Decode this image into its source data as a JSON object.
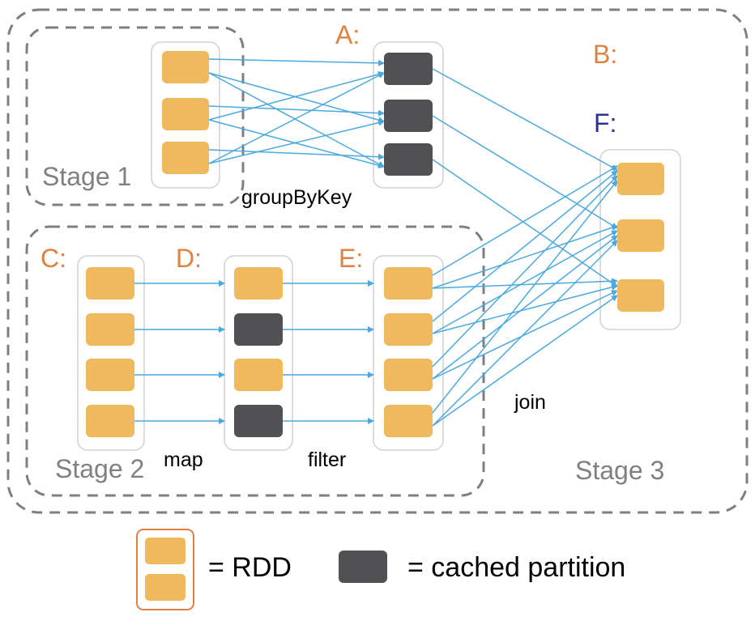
{
  "stages": {
    "stage1": "Stage 1",
    "stage2": "Stage 2",
    "stage3": "Stage 3"
  },
  "rdds": {
    "A": "A:",
    "B": "B:",
    "C": "C:",
    "D": "D:",
    "E": "E:",
    "F": "F:"
  },
  "operations": {
    "groupByKey": "groupByKey",
    "map": "map",
    "filter": "filter",
    "join": "join"
  },
  "legend": {
    "rdd": "= RDD",
    "cached": "= cached partition"
  },
  "colors": {
    "partition": "#f0b95e",
    "cached_partition": "#515154",
    "edge": "#4aa9e0",
    "rdd_label": "#e0813f",
    "rdd_label_f": "#2e3192",
    "stage_border": "#7f7f7f",
    "legend_border": "#e0813f"
  }
}
